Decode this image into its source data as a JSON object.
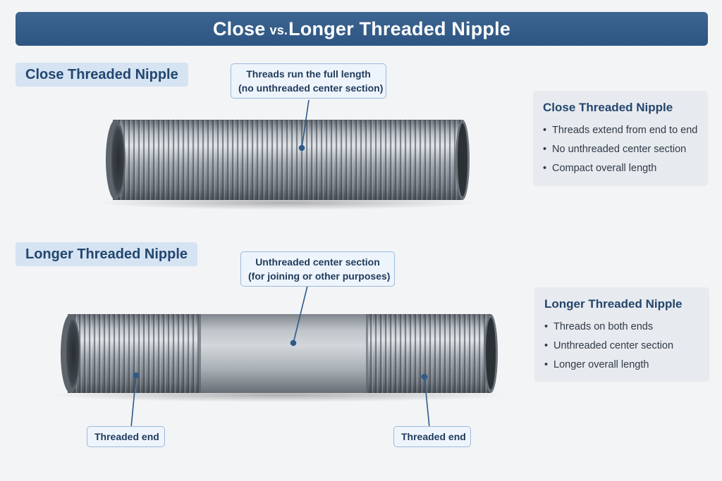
{
  "title": {
    "part1": "Close ",
    "vs": "vs.",
    "part2": "Longer Threaded Nipple"
  },
  "close": {
    "label": "Close Threaded Nipple",
    "callout_line1": "Threads run the full length",
    "callout_line2": "(no unthreaded center section)",
    "card_title": "Close Threaded Nipple",
    "bullets": [
      "Threads extend from end to end",
      "No unthreaded center section",
      "Compact overall length"
    ]
  },
  "longer": {
    "label": "Longer Threaded Nipple",
    "callout_line1": "Unthreaded center section",
    "callout_line2": "(for joining or other purposes)",
    "left_end_label": "Threaded end",
    "right_end_label": "Threaded end",
    "card_title": "Longer Threaded Nipple",
    "bullets": [
      "Threads on both ends",
      "Unthreaded center section",
      "Longer overall length"
    ]
  },
  "colors": {
    "accent": "#2e5582",
    "label_bg": "#d5e3f2",
    "card_bg": "#e7eaee",
    "callout_border": "#9cb9da",
    "metal": "#8d949c"
  }
}
